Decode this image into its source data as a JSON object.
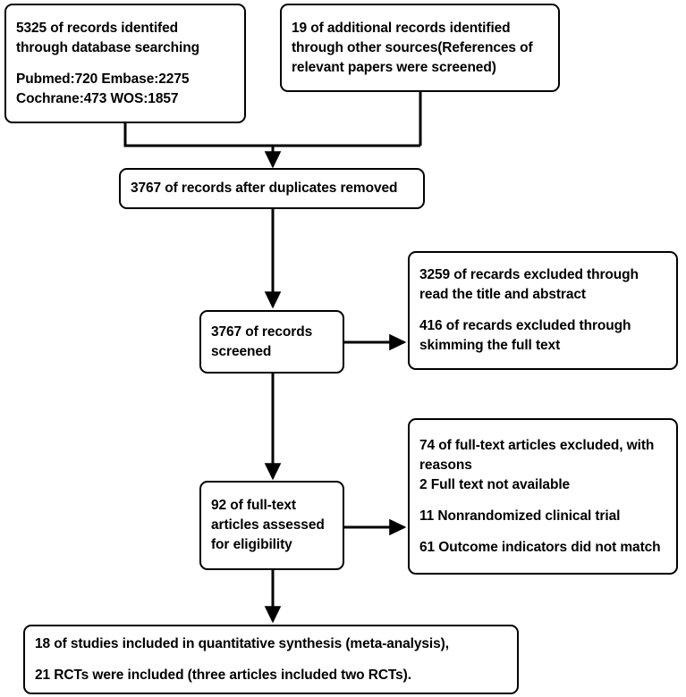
{
  "diagram": {
    "title": "PRISMA study selection flow diagram",
    "type": "flowchart",
    "background_color": "#ffffff",
    "line_color": "#000000",
    "nodes": {
      "database_search": {
        "lines": [
          "5325 of records identifed",
          "through database searching",
          "",
          "Pubmed:720 Embase:2275",
          "Cochrane:473 WOS:1857"
        ]
      },
      "other_sources": {
        "lines": [
          "19 of additional records identified",
          "through other sources(References of",
          "relevant papers were screened)"
        ]
      },
      "duplicates_removed": {
        "lines": [
          "3767 of records after duplicates removed"
        ]
      },
      "records_screened": {
        "lines": [
          "3767 of records",
          "screened"
        ]
      },
      "records_excluded": {
        "lines": [
          "3259 of recards excluded through",
          "read the title and abstract",
          "",
          "416 of recards excluded through",
          "skimming the full text"
        ]
      },
      "fulltext_assessed": {
        "lines": [
          "92 of full-text",
          "articles assessed",
          "for eligibility"
        ]
      },
      "fulltext_excluded": {
        "lines": [
          "74 of full-text articles excluded, with",
          "reasons",
          "2 Full text not available",
          "",
          "11 Nonrandomized clinical trial",
          "",
          "61 Outcome indicators did not match"
        ]
      },
      "studies_included": {
        "lines": [
          "18 of studies included in quantitative synthesis (meta-analysis),",
          "",
          "21 RCTs were included (three articles included two RCTs)."
        ]
      }
    }
  }
}
